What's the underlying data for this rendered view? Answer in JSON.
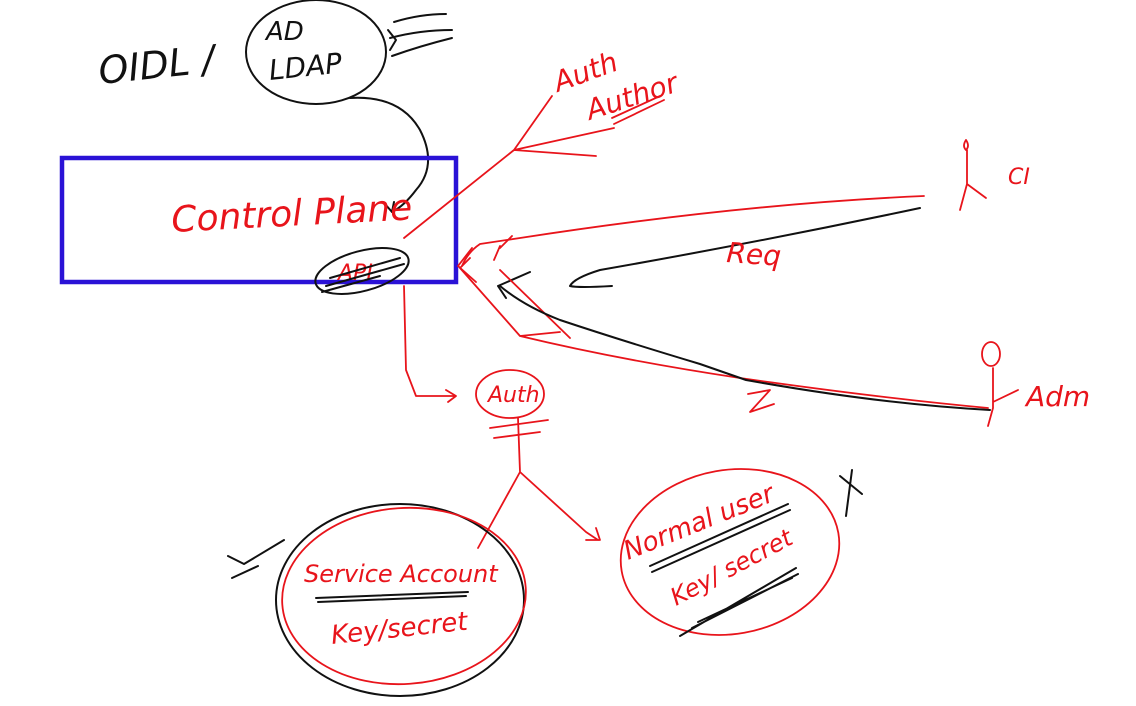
{
  "labels": {
    "oidl": "OIDL /",
    "ad": "AD",
    "ldap": "LDAP",
    "auth_top": "Auth",
    "author": "Author",
    "control_plane": "Control Plane",
    "api": "API",
    "ci": "CI",
    "req": "Req",
    "adm": "Adm",
    "auth_mid": "Auth",
    "service_account": "Service Account",
    "sa_key_secret": "Key/secret",
    "normal_user": "Normal user",
    "nu_key_secret": "Key/ secret",
    "step_two": "2"
  },
  "colors": {
    "black_ink": "#111111",
    "red_ink": "#e8141b",
    "blue_box": "#2a12d6",
    "background": "#ffffff"
  }
}
